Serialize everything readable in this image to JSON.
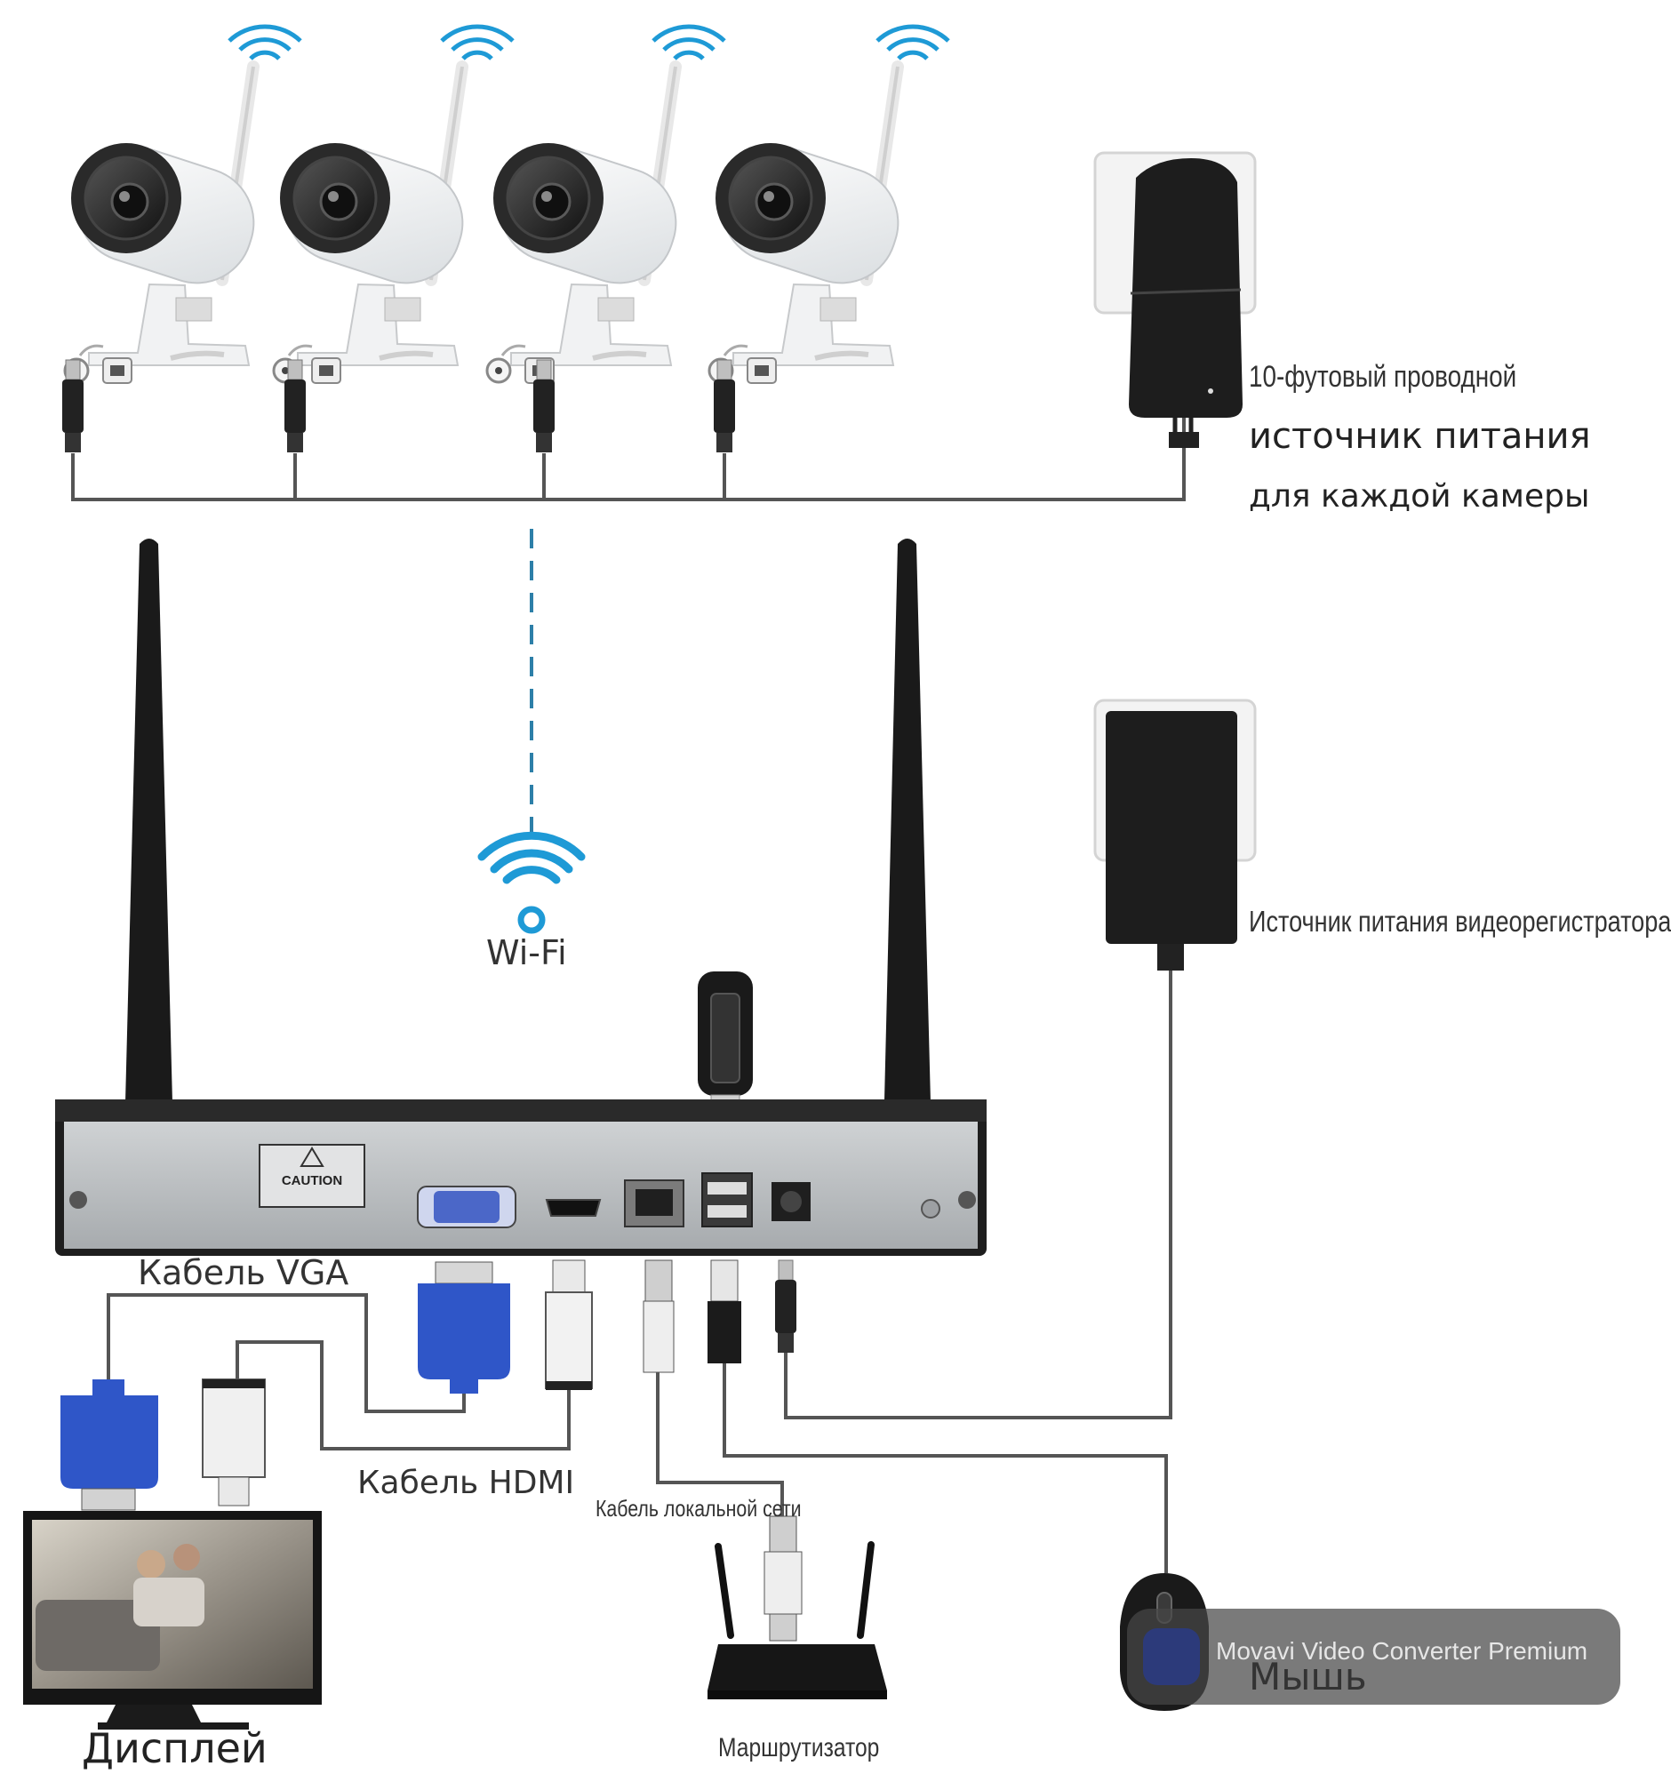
{
  "labels": {
    "camera_power_line1": "10-футовый проводной",
    "camera_power_line2": "источник питания",
    "camera_power_line3": "для каждой камеры",
    "nvr_power": "Источник питания видеорегистратора",
    "wifi": "Wi-Fi",
    "vga_cable": "Кабель VGA",
    "hdmi_cable": "Кабель HDMI",
    "lan_cable": "Кабель локальной сети",
    "display": "Дисплей",
    "router": "Маршрутизатор",
    "mouse": "Мышь"
  },
  "device": {
    "caution": "CAUTION"
  },
  "overlay": {
    "app_name": "Movavi Video Converter Premium"
  },
  "colors": {
    "wifi_blue": "#1e9ad6",
    "device_black": "#1c1c1c",
    "panel_gray": "#b9bcbf",
    "vga_blue": "#2f56c8",
    "cable_gray": "#555555"
  },
  "icons": [
    "wifi-icon",
    "camera-icon",
    "power-adapter-icon",
    "antenna-icon",
    "usb-icon",
    "router-icon",
    "mouse-icon",
    "monitor-icon"
  ]
}
